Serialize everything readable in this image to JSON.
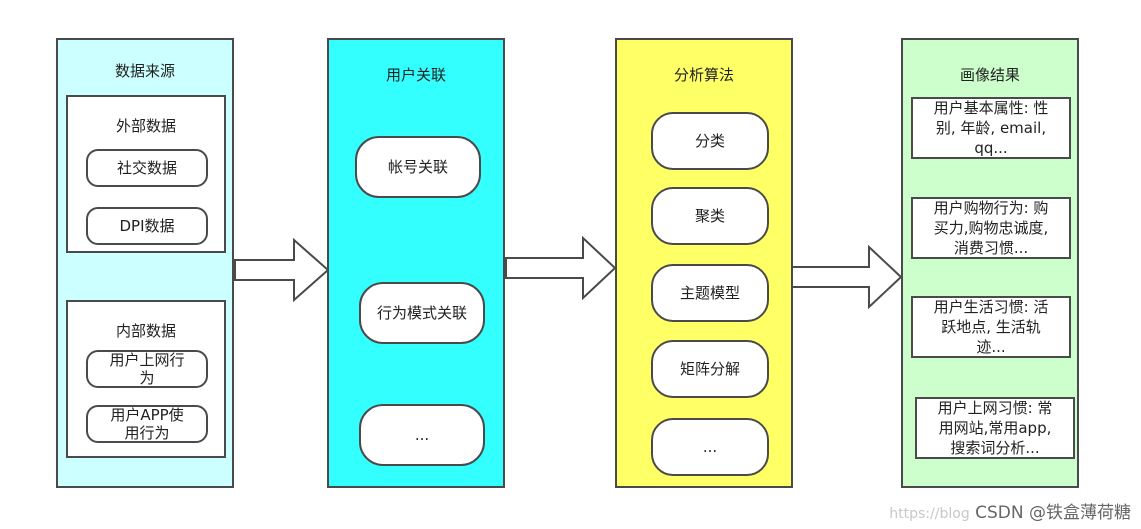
{
  "columns": {
    "source": {
      "title": "数据来源",
      "bg": "#ccffff",
      "external": {
        "title": "外部数据",
        "items": [
          "社交数据",
          "DPI数据"
        ]
      },
      "internal": {
        "title": "内部数据",
        "items": [
          "用户上网行\n为",
          "用户APP使\n用行为"
        ]
      }
    },
    "association": {
      "title": "用户关联",
      "bg": "#33ffff",
      "items": [
        "帐号关联",
        "行为模式关联",
        "..."
      ]
    },
    "algorithm": {
      "title": "分析算法",
      "bg": "#ffff66",
      "items": [
        "分类",
        "聚类",
        "主题模型",
        "矩阵分解",
        "..."
      ]
    },
    "profile": {
      "title": "画像结果",
      "bg": "#ccffcc",
      "items": [
        "用户基本属性: 性\n别, 年龄, email,\nqq...",
        "用户购物行为: 购\n买力,购物忠诚度,\n消费习惯...",
        "用户生活习惯: 活\n跃地点, 生活轨\n迹...",
        "用户上网习惯: 常\n用网站,常用app,\n搜索词分析..."
      ]
    }
  },
  "watermark": {
    "faint": "https://blog",
    "main": "CSDN @铁盒薄荷糖"
  }
}
